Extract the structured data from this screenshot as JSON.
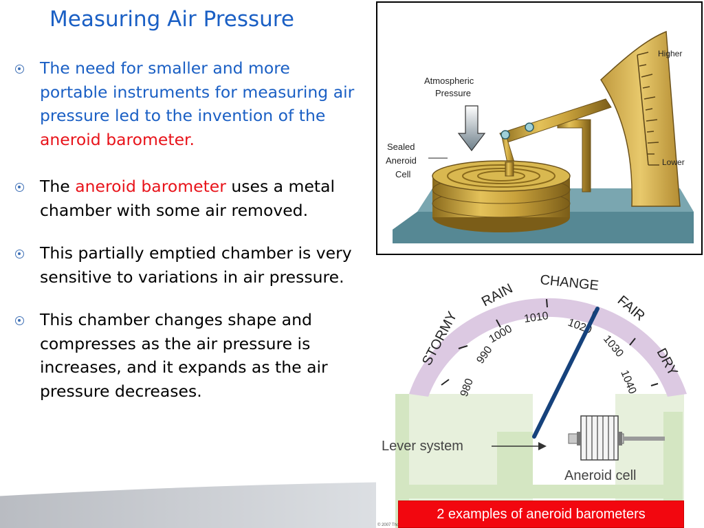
{
  "slide": {
    "title": "Measuring Air Pressure",
    "bullets": [
      {
        "part1": "The need for smaller and more portable instruments for measuring air pressure led to the invention of the ",
        "highlight": "aneroid barometer."
      },
      {
        "part1": "The ",
        "highlight": "aneroid barometer",
        "part2": " uses a metal chamber with some air removed."
      },
      {
        "text": "This partially emptied chamber is very sensitive to variations in air pressure."
      },
      {
        "text": "This chamber changes shape and compresses as the air pressure is increases, and it expands as the air pressure decreases."
      }
    ],
    "caption": "2 examples of aneroid barometers",
    "colors": {
      "title": "#1a5fc4",
      "highlight": "#e8131a",
      "caption_bg": "#f2070f"
    }
  },
  "diagram1": {
    "higher": "Higher",
    "lower": "Lower",
    "atmospheric": "Atmospheric",
    "pressure": "Pressure",
    "sealed": "Sealed",
    "aneroid": "Aneroid",
    "cell": "Cell"
  },
  "diagram2": {
    "weather": [
      "STORMY",
      "RAIN",
      "CHANGE",
      "FAIR",
      "DRY"
    ],
    "pressures": [
      "980",
      "990",
      "1000",
      "1010",
      "1020",
      "1030",
      "1040"
    ],
    "lever_label": "Lever system",
    "cell_label": "Aneroid cell",
    "copyright": "© 2007 Tho"
  }
}
